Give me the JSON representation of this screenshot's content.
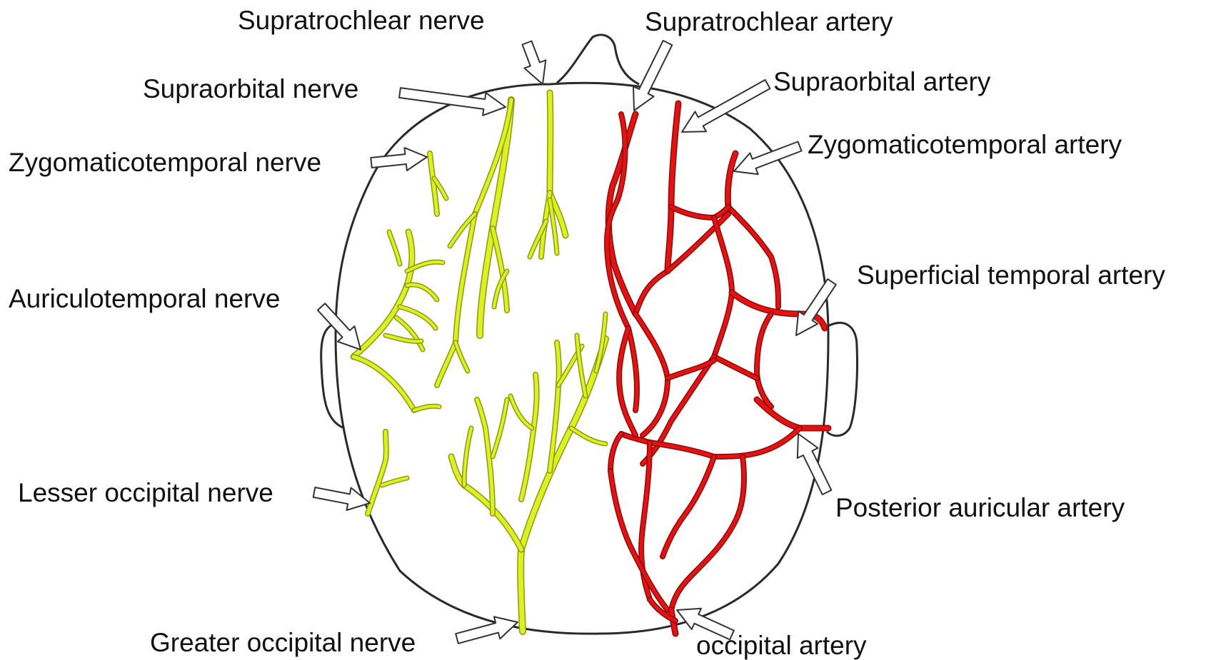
{
  "colors": {
    "nerve_fill": "#ddf020",
    "nerve_edge": "#8a9a12",
    "artery_fill": "#e51212",
    "artery_edge": "#8a0c0c",
    "outline": "#2a2a2a",
    "arrow_fill": "#ffffff",
    "arrow_edge": "#333333"
  },
  "labels": {
    "nerves": {
      "supratrochlear": "Supratrochlear nerve",
      "supraorbital": "Supraorbital nerve",
      "zygomaticotemporal": "Zygomaticotemporal nerve",
      "auriculotemporal": "Auriculotemporal nerve",
      "lesser_occipital": "Lesser occipital nerve",
      "greater_occipital": "Greater occipital nerve"
    },
    "arteries": {
      "supratrochlear": "Supratrochlear artery",
      "supraorbital": "Supraorbital artery",
      "zygomaticotemporal": "Zygomaticotemporal artery",
      "superficial_temporal": "Superficial temporal artery",
      "posterior_auricular": "Posterior auricular artery",
      "occipital": "occipital artery"
    }
  }
}
